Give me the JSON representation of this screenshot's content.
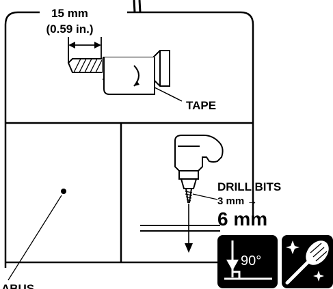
{
  "measurement": {
    "metric": "15 mm",
    "imperial": "(0.59 in.)"
  },
  "callouts": {
    "tape": "TAPE",
    "drill_bits": "DRILL BITS",
    "size_small": "3 mm →",
    "size_large": "6 mm",
    "cut_off": "ABUS"
  },
  "icons": {
    "perpendicular": "90°",
    "perpendicular_icon": "right-angle-drill-icon",
    "clean_icon": "vacuum-clean-icon"
  },
  "colors": {
    "line": "#000000",
    "icon_bg": "#000000",
    "icon_fg": "#ffffff"
  }
}
